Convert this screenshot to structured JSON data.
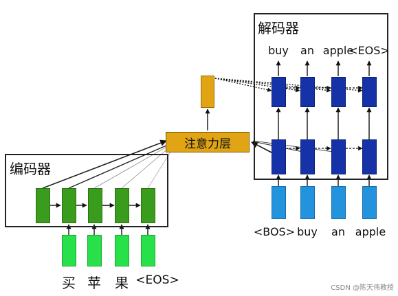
{
  "encoder": {
    "title": "编码器",
    "inputs": [
      "买",
      "苹",
      "果",
      "<EOS>"
    ]
  },
  "decoder": {
    "title": "解码器",
    "inputs": [
      "<BOS>",
      "buy",
      "an",
      "apple"
    ],
    "outputs": [
      "buy",
      "an",
      "apple",
      "<EOS>"
    ]
  },
  "attention": {
    "label": "注意力层"
  },
  "colors": {
    "encoder_hidden": "#3a9c1c",
    "encoder_input": "#27e04a",
    "decoder_hidden": "#1632a8",
    "decoder_input": "#2293dc",
    "attention": "#e0a414"
  },
  "watermark": "CSDN @陈天伟教授"
}
